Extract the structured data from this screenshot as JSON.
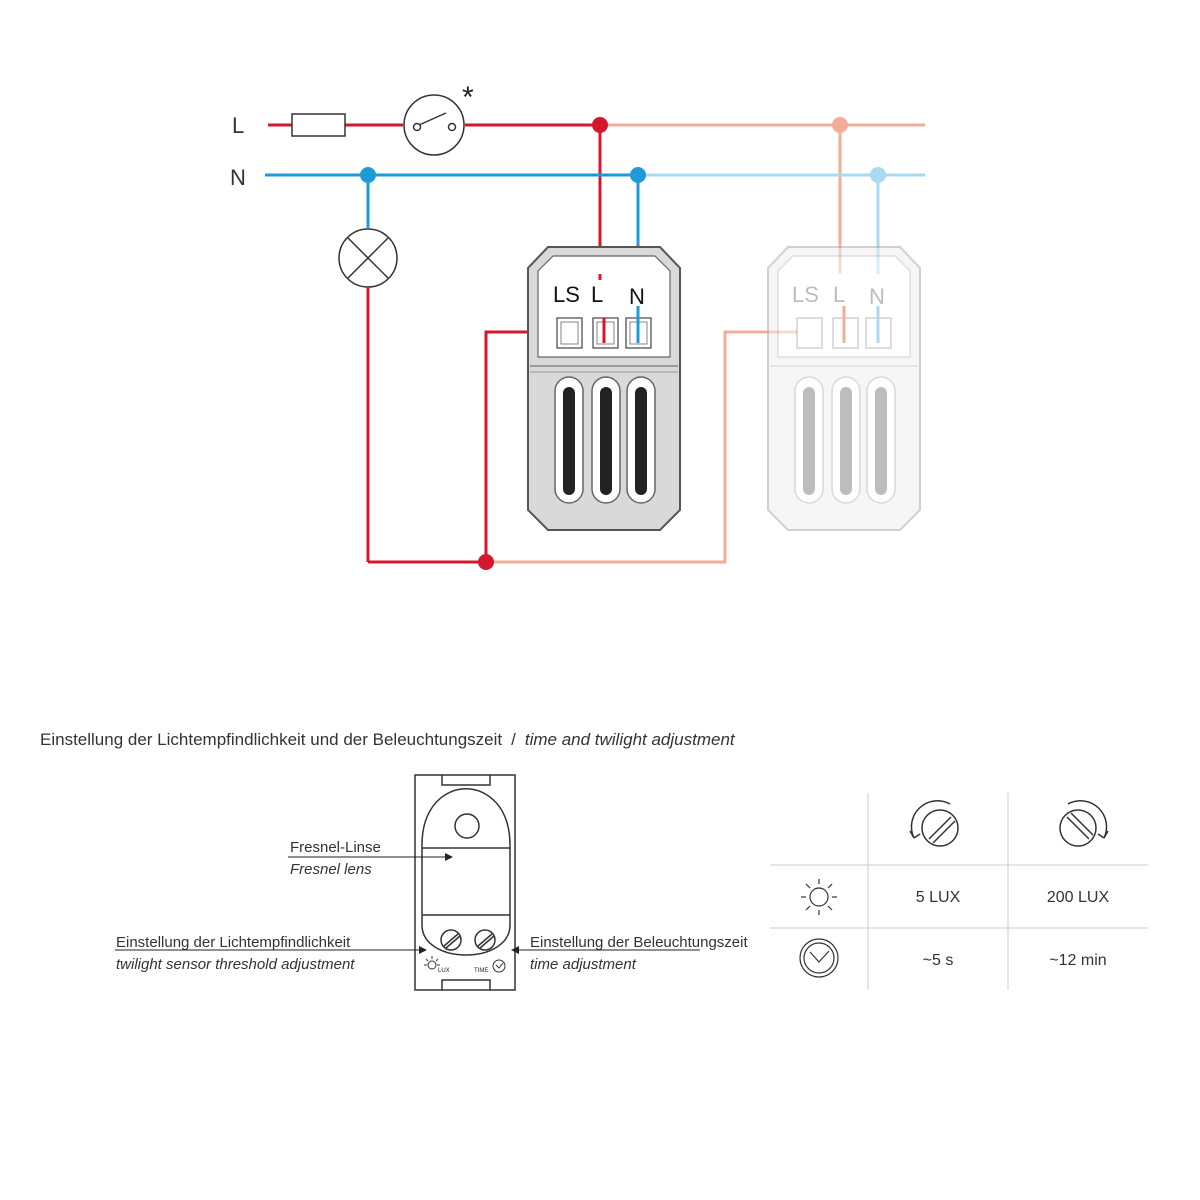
{
  "wiring": {
    "line_label": "L",
    "neutral_label": "N",
    "switch_note": "*",
    "colors": {
      "line": "#d5172e",
      "neutral": "#1e9bd7",
      "line_faded": "#f2ad97",
      "neutral_faded": "#a8daf2"
    },
    "module_primary": {
      "terminal_ls": "LS",
      "terminal_l": "L",
      "terminal_n": "N"
    },
    "module_secondary": {
      "terminal_ls": "LS",
      "terminal_l": "L",
      "terminal_n": "N"
    }
  },
  "adjustment": {
    "caption_de": "Einstellung der Lichtempfindlichkeit und der Beleuchtungszeit",
    "caption_separator": "/",
    "caption_en": "time and twilight adjustment",
    "lens_de": "Fresnel-Linse",
    "lens_en": "Fresnel lens",
    "twilight_de": "Einstellung der Lichtempfindlichkeit",
    "twilight_en": "twilight sensor threshold adjustment",
    "time_de": "Einstellung der Beleuchtungszeit",
    "time_en": "time adjustment",
    "device_lux": "LUX",
    "device_time": "TIME"
  },
  "settings_table": {
    "columns": [
      "counterclockwise-rotation-icon",
      "clockwise-rotation-icon"
    ],
    "rows": [
      {
        "icon": "sun-icon",
        "ccw": "5 LUX",
        "cw": "200 LUX"
      },
      {
        "icon": "clock-icon",
        "ccw": "~5 s",
        "cw": "~12 min"
      }
    ]
  }
}
